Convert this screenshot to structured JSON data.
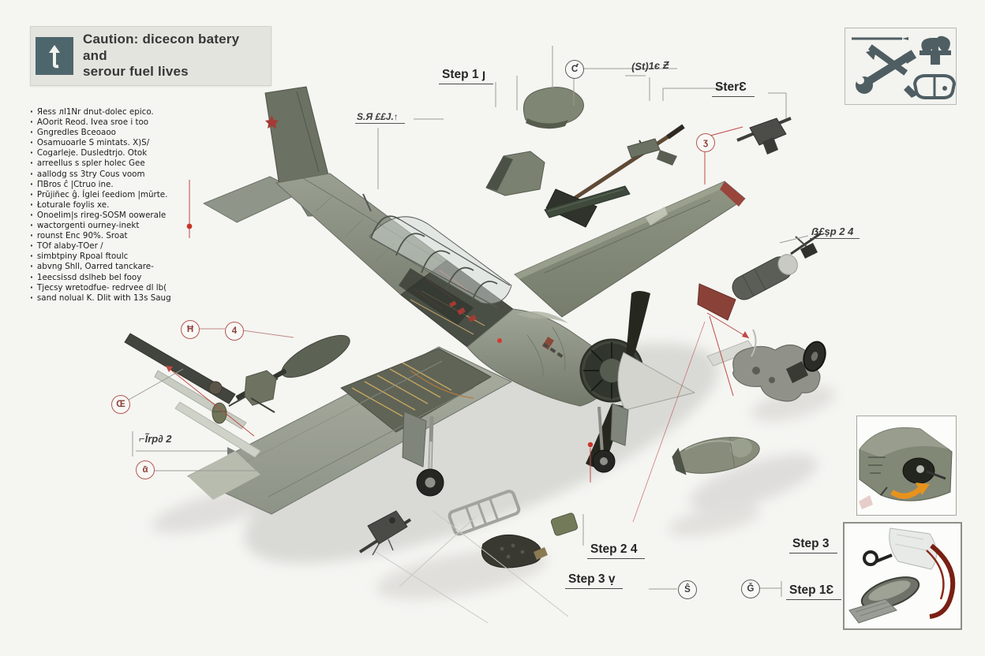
{
  "canvas": {
    "bg": "#f5f5f2",
    "accent_red": "#bf4a44",
    "olive": "#7c8274",
    "slate_icon": "#4e5e63",
    "orange_arrow": "#e8921e"
  },
  "caution": {
    "line1": "Caution: dicecon batery and",
    "line2": "serour fuel lives",
    "icon": "turn-up-arrow-icon"
  },
  "checklist": {
    "items": [
      "Яess лl1Nr dnut-dolec epico.",
      "AOorit Reod. Ivea sroe i too",
      "Gngredles Bceoaoo",
      "Osamuoarle S mintats. X)S/",
      "Cogarleje. Dusledtrjo. Otok",
      "arreellus s spler holec Gee",
      "aallodg ss 3try Cous voom",
      "ПBros ĉ |Ctruo ine.",
      "Prŭjiñec ĝ. Íglei ſeediom |mŭrte.",
      "Łoturale foylis xe.",
      "Onoelim|s rireg-SOSM oowerale",
      "wactorgenti ourney-inekt",
      "rounst Enc 90%. Sroat",
      "TOf alaby-TOer    /",
      "simbtpiny Rpoal ftoulc",
      "abvng Shll, Oarred tanckare-",
      "1eecsissd dslheb bel fooy",
      "Tjecsy wretodfue- redrvee dl lb(",
      "sand nolual K. Dlit with 13s Saug"
    ]
  },
  "labels": {
    "step1": "Step 1 ȷ",
    "scribble_st1": "(St)1є Ƶ",
    "ster2": "SterƐ",
    "red_scribble": "S.Я ££J.↑",
    "sfsp24": "ẞ£ṣp 2 4",
    "tirp2": "⌐Ĩrp∂ 2",
    "step24": "Step 2 4",
    "step3v": "Step 3 ṿ",
    "step3": "Step 3",
    "step16": "Step 1Ɛ"
  },
  "markers": {
    "c": "Ƈ",
    "red3": "ʒ",
    "red_h": "Ħ",
    "red4": "4",
    "red_oe": "Œ",
    "red_a": "ᾱ",
    "gray_s": "Ŝ",
    "gray_g": "Ǧ"
  },
  "tools_panel": {
    "icons": [
      "wrench-and-screwdriver-crossed",
      "clamp-tool",
      "safety-goggles"
    ]
  },
  "insets": {
    "tail_detail": "fuselage-tail-socket-with-orange-arrow",
    "wiring_detail": "cowl-wiring-and-cable-parts"
  }
}
